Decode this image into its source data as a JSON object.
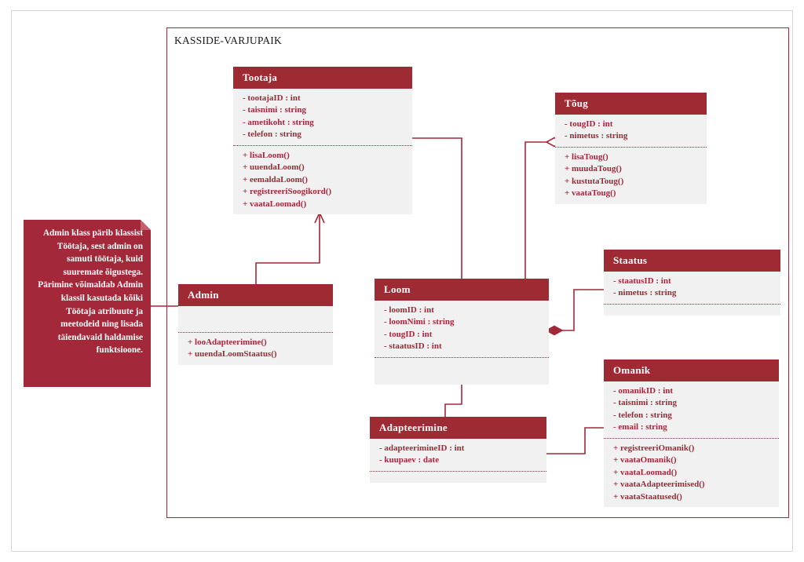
{
  "diagram": {
    "package_title": "KASSIDE-VARJUPAIK",
    "colors": {
      "header_fill": "#9e2a34",
      "body_fill": "#f1f1f1",
      "line": "#a3283a",
      "text": "#a3283a",
      "note_fill": "#a3283a",
      "frame": "#a3283a",
      "canvas_border": "#d4d4d4"
    }
  },
  "classes": {
    "tootaja": {
      "name": "Tootaja",
      "attributes": [
        "- tootajaID : int",
        "- taisnimi : string",
        "- ametikoht : string",
        "- telefon : string"
      ],
      "methods": [
        "+ lisaLoom()",
        "+ uuendaLoom()",
        "+ eemaldaLoom()",
        "+ registreeriSoogikord()",
        "+ vaataLoomad()"
      ]
    },
    "toug": {
      "name": "Tõug",
      "attributes": [
        "- tougID : int",
        "- nimetus : string"
      ],
      "methods": [
        "+ lisaToug()",
        "+ muudaToug()",
        "+ kustutaToug()",
        "+ vaataToug()"
      ]
    },
    "admin": {
      "name": "Admin",
      "attributes": [],
      "methods": [
        "+ looAdapteerimine()",
        "+ uuendaLoomStaatus()"
      ]
    },
    "loom": {
      "name": "Loom",
      "attributes": [
        "- loomID : int",
        "- loomNimi : string",
        "- tougID : int",
        "- staatusID : int"
      ],
      "methods": []
    },
    "staatus": {
      "name": "Staatus",
      "attributes": [
        "- staatusID : int",
        "- nimetus : string"
      ],
      "methods": []
    },
    "omanik": {
      "name": "Omanik",
      "attributes": [
        "- omanikID : int",
        "- taisnimi : string",
        "- telefon : string",
        "- email : string"
      ],
      "methods": [
        "+ registreeriOmanik()",
        "+ vaataOmanik()",
        "+ vaataLoomad()",
        "+ vaataAdapteerimised()",
        "+ vaataStaatused()"
      ]
    },
    "adapteerimine": {
      "name": "Adapteerimine",
      "attributes": [
        "- adapteerimineID : int",
        "- kuupaev : date"
      ],
      "methods": []
    }
  },
  "note": {
    "text": "Admin klass pärib klassist Töötaja, sest admin on samuti töötaja, kuid suuremate õigustega. Pärimine võimaldab Admin klassil kasutada kõiki Töötaja atribuute ja meetodeid ning lisada täiendavaid haldamise funktsioone."
  },
  "relationships": [
    {
      "name": "admin-inherits-tootaja",
      "from": "admin",
      "to": "tootaja",
      "type": "generalization",
      "arrow": "open-arrow"
    },
    {
      "name": "tootaja-loom",
      "from": "tootaja",
      "to": "loom",
      "type": "association",
      "arrow": "none"
    },
    {
      "name": "loom-toug",
      "from": "loom",
      "to": "toug",
      "type": "aggregation",
      "arrow": "hollow-diamond"
    },
    {
      "name": "staatus-loom",
      "from": "staatus",
      "to": "loom",
      "type": "composition",
      "arrow": "filled-diamond"
    },
    {
      "name": "loom-adapteerimine",
      "from": "loom",
      "to": "adapteerimine",
      "type": "association",
      "arrow": "none"
    },
    {
      "name": "adapteerimine-omanik",
      "from": "adapteerimine",
      "to": "omanik",
      "type": "association",
      "arrow": "none"
    },
    {
      "name": "note-anchor-admin",
      "from": "note",
      "to": "admin",
      "type": "note-link",
      "arrow": "none"
    }
  ]
}
